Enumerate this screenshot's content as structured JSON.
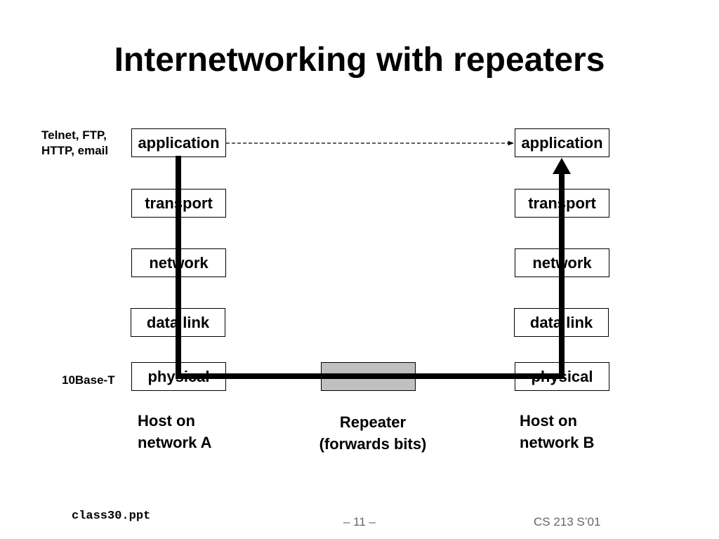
{
  "title": "Internetworking with repeaters",
  "side_labels": {
    "application": [
      "Telnet, FTP,",
      "HTTP, email"
    ],
    "physical": "10Base-T"
  },
  "host_a": {
    "layers": [
      "application",
      "transport",
      "network",
      "data link",
      "physical"
    ],
    "caption": [
      "Host on",
      "network A"
    ]
  },
  "host_b": {
    "layers": [
      "application",
      "transport",
      "network",
      "data link",
      "physical"
    ],
    "caption": [
      "Host on",
      "network B"
    ]
  },
  "repeater": {
    "caption": [
      "Repeater",
      "(forwards bits)"
    ]
  },
  "footer": {
    "file": "class30.ppt",
    "page": "– 11 –",
    "course": "CS 213 S’01"
  },
  "colors": {
    "path": "#000000",
    "repeater_fill": "#c0c0c0",
    "footer_text": "#666666"
  }
}
